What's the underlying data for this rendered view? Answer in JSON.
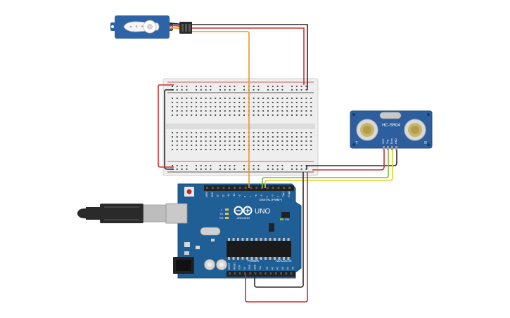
{
  "components": {
    "servo": {
      "name": "servo-motor"
    },
    "breadboard": {
      "name": "breadboard"
    },
    "sensor": {
      "model_label": "HC-SR04",
      "pin_labels": [
        "VCC",
        "Trig",
        "Echo",
        "GND"
      ],
      "corner_labels": [
        "T",
        "R"
      ]
    },
    "arduino": {
      "brand_label": "ARDUINO",
      "model_label": "UNO",
      "digital_label": "DIGITAL (PWM~)",
      "power_label": "POWER",
      "analog_label": "ANALOG IN",
      "tx_label": "TX",
      "rx_label": "RX",
      "on_label": "ON",
      "l_label": "L",
      "digital_pins": [
        "AREF",
        "GND",
        "13",
        "12",
        "~11",
        "~10",
        "~9",
        "8",
        "7",
        "~6",
        "~5",
        "4",
        "~3",
        "2",
        "TX▶1",
        "RX◀0"
      ],
      "power_pins": [
        "IOREF",
        "RESET",
        "3.3V",
        "5V",
        "GND",
        "GND",
        "Vin"
      ],
      "analog_pins": [
        "A0",
        "A1",
        "A2",
        "A3",
        "A4",
        "A5"
      ]
    },
    "usb_cable": {
      "name": "usb-cable"
    }
  },
  "wire_colors": {
    "black": "#2a2a2a",
    "red": "#d22b2b",
    "orange": "#f0961e",
    "yellow": "#e8d21e",
    "green": "#7bbf3a"
  },
  "component_colors": {
    "arduino_board": "#1f5f96",
    "sensor_board": "#2d5f9e",
    "servo_body": "#2e63a8",
    "breadboard": "#eeeeee"
  }
}
